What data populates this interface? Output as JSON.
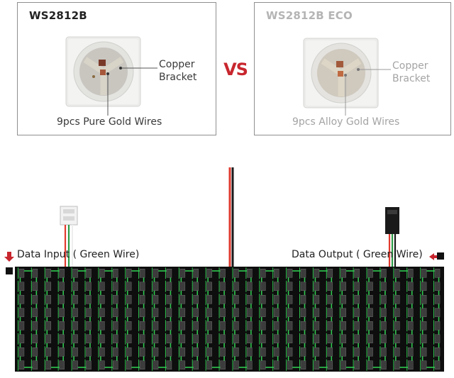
{
  "left_panel": {
    "title": "WS2812B",
    "label_bracket_line1": "Copper",
    "label_bracket_line2": "Bracket",
    "label_wires": "9pcs Pure Gold Wires"
  },
  "vs_label": "VS",
  "right_panel": {
    "title": "WS2812B ECO",
    "label_bracket_line1": "Copper",
    "label_bracket_line2": "Bracket",
    "label_wires": "9pcs Alloy Gold Wires"
  },
  "matrix": {
    "input_label": "Data Input ( Green Wire)",
    "output_label": "Data Output ( Green Wire)",
    "arrow_color": "#c8262e",
    "wire_colors": [
      "#e23a2e",
      "#1a1a1a",
      "#2c9a45",
      "#ffffff"
    ],
    "board_color": "#0e0e0e",
    "trace_color": "#2fc84f"
  }
}
